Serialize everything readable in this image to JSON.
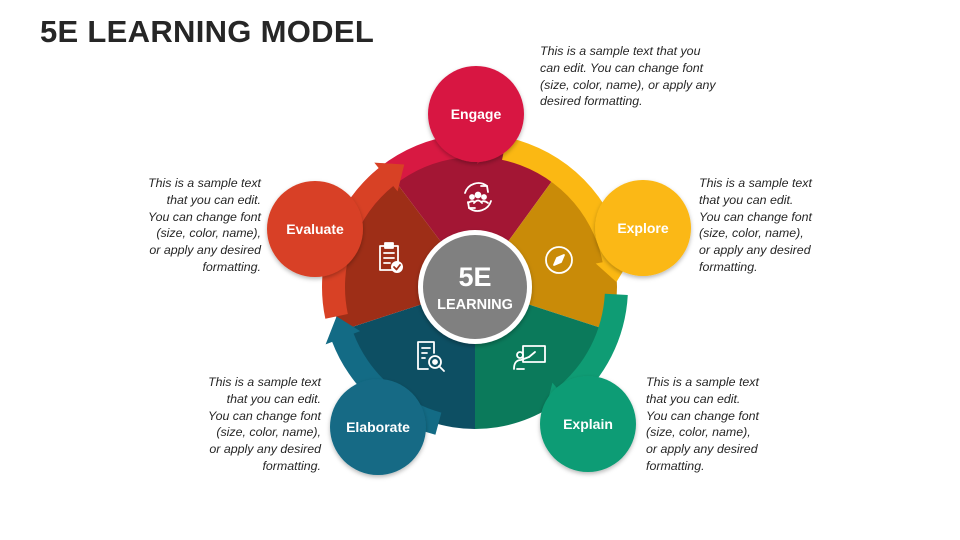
{
  "title": "5E LEARNING MODEL",
  "center": {
    "line1": "5E",
    "line2": "LEARNING"
  },
  "stages": [
    {
      "label": "Engage",
      "color": "#d81942",
      "wedge_color": "#a31634",
      "icon": "team-cycle-icon",
      "text": [
        "This is a sample text that you",
        "can edit. You can change font",
        "(size, color, name), or apply any",
        "desired formatting."
      ]
    },
    {
      "label": "Explore",
      "color": "#fbb813",
      "wedge_color": "#c98b08",
      "icon": "compass-icon",
      "text": [
        "This is a sample text",
        "that you can edit.",
        "You can change font",
        "(size, color, name),",
        "or apply any desired",
        "formatting."
      ]
    },
    {
      "label": "Explain",
      "color": "#0f9c74",
      "wedge_color": "#0b7a5b",
      "icon": "presentation-board-icon",
      "text": [
        "This is a sample text",
        "that you can edit.",
        "You can change font",
        "(size, color, name),",
        "or apply any desired",
        "formatting."
      ]
    },
    {
      "label": "Elaborate",
      "color": "#136b85",
      "wedge_color": "#0d4f63",
      "icon": "document-magnifier-icon",
      "text": [
        "This is a sample text",
        "that you can edit.",
        "You can change font",
        "(size, color, name),",
        "or apply any desired",
        "formatting."
      ]
    },
    {
      "label": "Evaluate",
      "color": "#d84125",
      "wedge_color": "#9e2e17",
      "icon": "clipboard-check-icon",
      "text": [
        "This is a sample text",
        "that you can edit.",
        "You can change font",
        "(size, color, name),",
        "or apply any desired",
        "formatting."
      ]
    }
  ],
  "colors": {
    "center_fill": "#808080",
    "title": "#262626",
    "text": "#262626"
  }
}
